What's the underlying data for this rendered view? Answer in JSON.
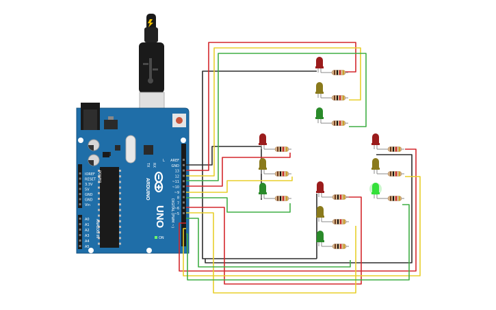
{
  "colors": {
    "board": "#1f6ea8",
    "board_dark": "#15527f",
    "wire_red": "#d4262b",
    "wire_yellow": "#e8cf2a",
    "wire_green": "#3fae44",
    "wire_black": "#2b2b2b",
    "led_red": "#9b1c1c",
    "led_yellow": "#8a7a1c",
    "led_green": "#2a8a2a",
    "led_green_lit": "#35e03a",
    "usb_cable": "#1a1a1a"
  },
  "board": {
    "brand": "ARDUINO",
    "model": "UNO",
    "header_labels": [
      "AREF",
      "GND",
      "13",
      "12",
      "~11",
      "~10",
      "~9",
      "8",
      "7",
      "~6",
      "~5"
    ],
    "digital_label": "DIGITAL (PWM ~)",
    "power_labels": [
      "IOREF",
      "RESET",
      "3.3V",
      "5V",
      "GND",
      "GND",
      "Vin"
    ],
    "power_title": "POWER",
    "analog_labels": [
      "A0",
      "A1",
      "A2",
      "A3",
      "A4",
      "A5"
    ],
    "analog_title": "ANALOG IN",
    "tx_label": "TX",
    "rx_label": "RX",
    "l_label": "L",
    "on_label": "ON"
  },
  "icons": {
    "usb_plug": "usb-plug-icon",
    "lightning": "lightning-icon",
    "infinity_logo": "arduino-logo-icon"
  },
  "traffic_lights": [
    {
      "name": "light-1",
      "leds": [
        "red",
        "yellow",
        "green"
      ],
      "green_lit": false
    },
    {
      "name": "light-2",
      "leds": [
        "red",
        "yellow",
        "green"
      ],
      "green_lit": false
    },
    {
      "name": "light-3",
      "leds": [
        "red",
        "yellow",
        "green"
      ],
      "green_lit": false
    },
    {
      "name": "light-4",
      "leds": [
        "red",
        "yellow",
        "green"
      ],
      "green_lit": true
    }
  ]
}
